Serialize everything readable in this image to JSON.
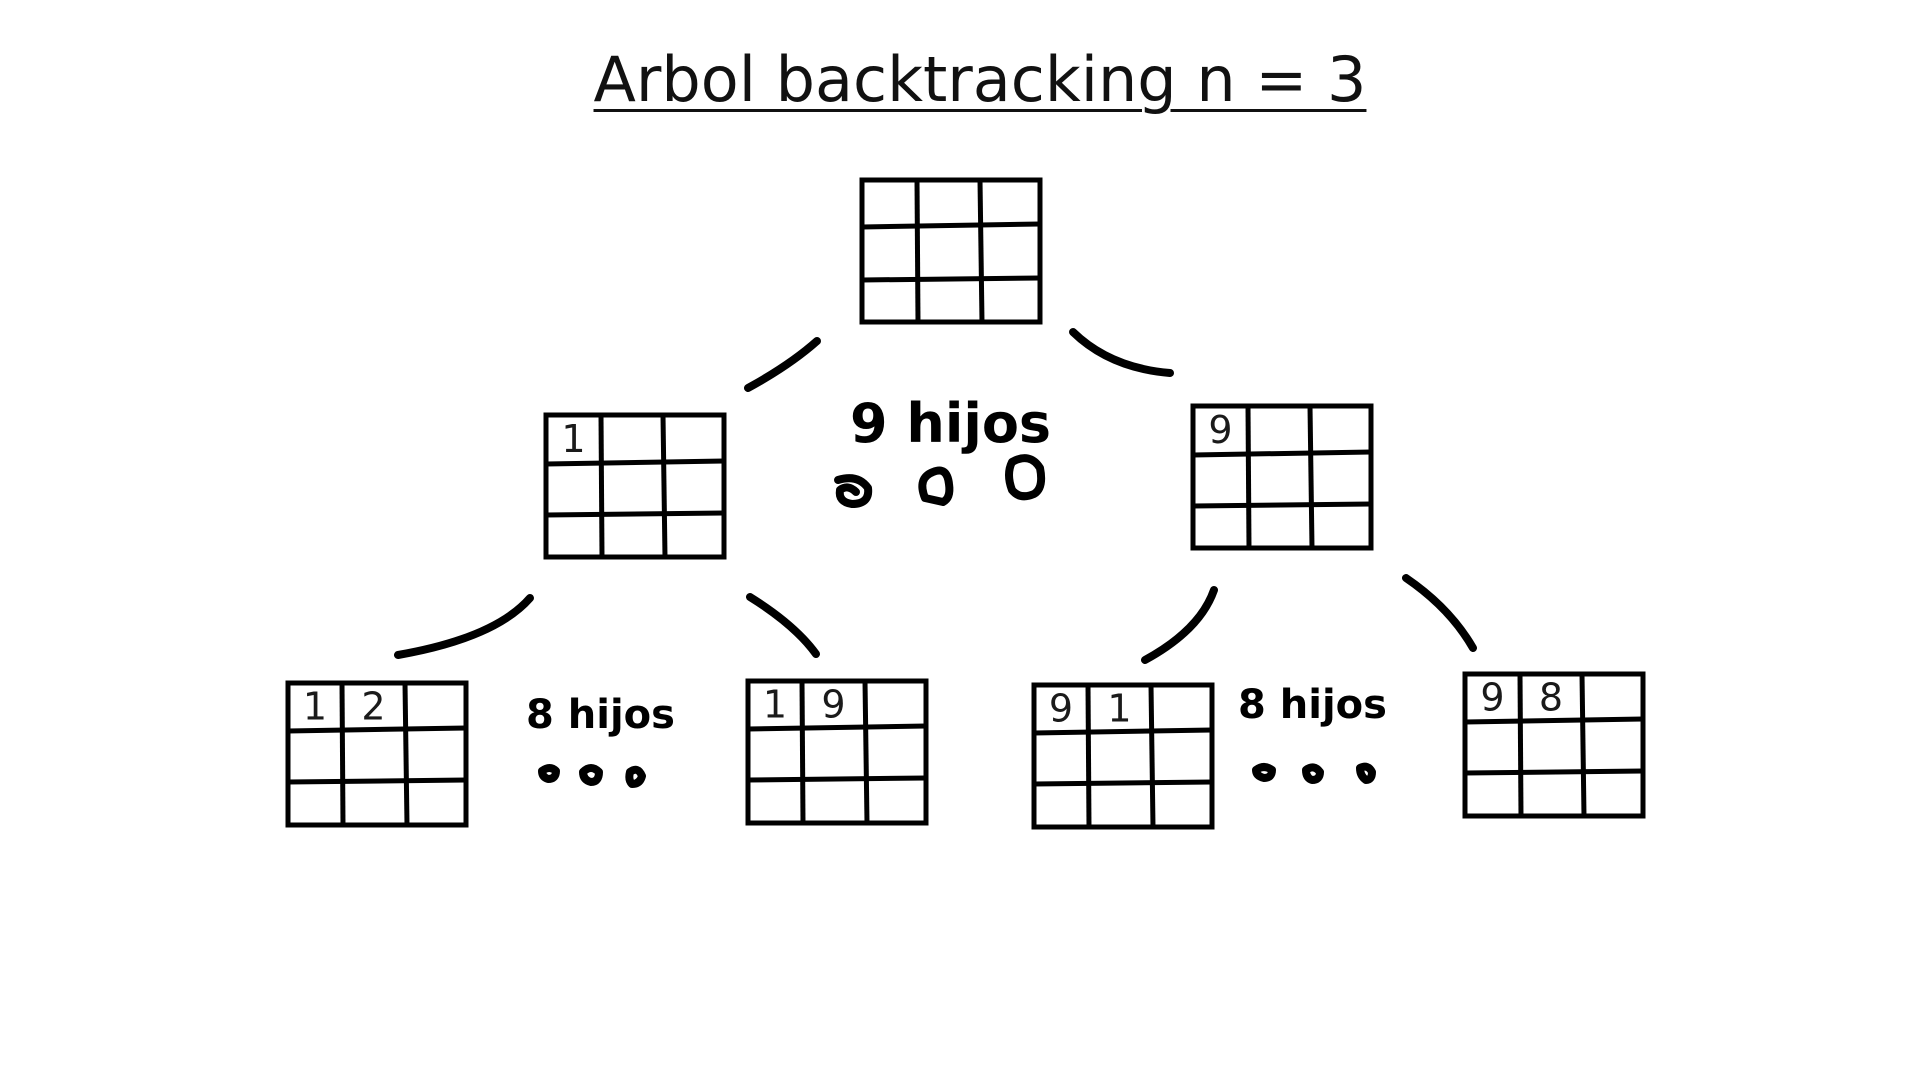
{
  "title": "Arbol backtracking n = 3",
  "root": {
    "cells": [
      "",
      "",
      "",
      "",
      "",
      "",
      "",
      "",
      ""
    ]
  },
  "level1": [
    {
      "cells": [
        "1",
        "",
        "",
        "",
        "",
        "",
        "",
        "",
        ""
      ]
    },
    {
      "cells": [
        "9",
        "",
        "",
        "",
        "",
        "",
        "",
        "",
        ""
      ]
    }
  ],
  "level1_note": "9 hijos",
  "level2": [
    {
      "cells": [
        "1",
        "2",
        "",
        "",
        "",
        "",
        "",
        "",
        ""
      ]
    },
    {
      "cells": [
        "1",
        "9",
        "",
        "",
        "",
        "",
        "",
        "",
        ""
      ]
    },
    {
      "cells": [
        "9",
        "1",
        "",
        "",
        "",
        "",
        "",
        "",
        ""
      ]
    },
    {
      "cells": [
        "9",
        "8",
        "",
        "",
        "",
        "",
        "",
        "",
        ""
      ]
    }
  ],
  "level2_notes": [
    "8 hijos",
    "8 hijos"
  ],
  "colors": {
    "ink": "#000000",
    "background": "#ffffff"
  }
}
